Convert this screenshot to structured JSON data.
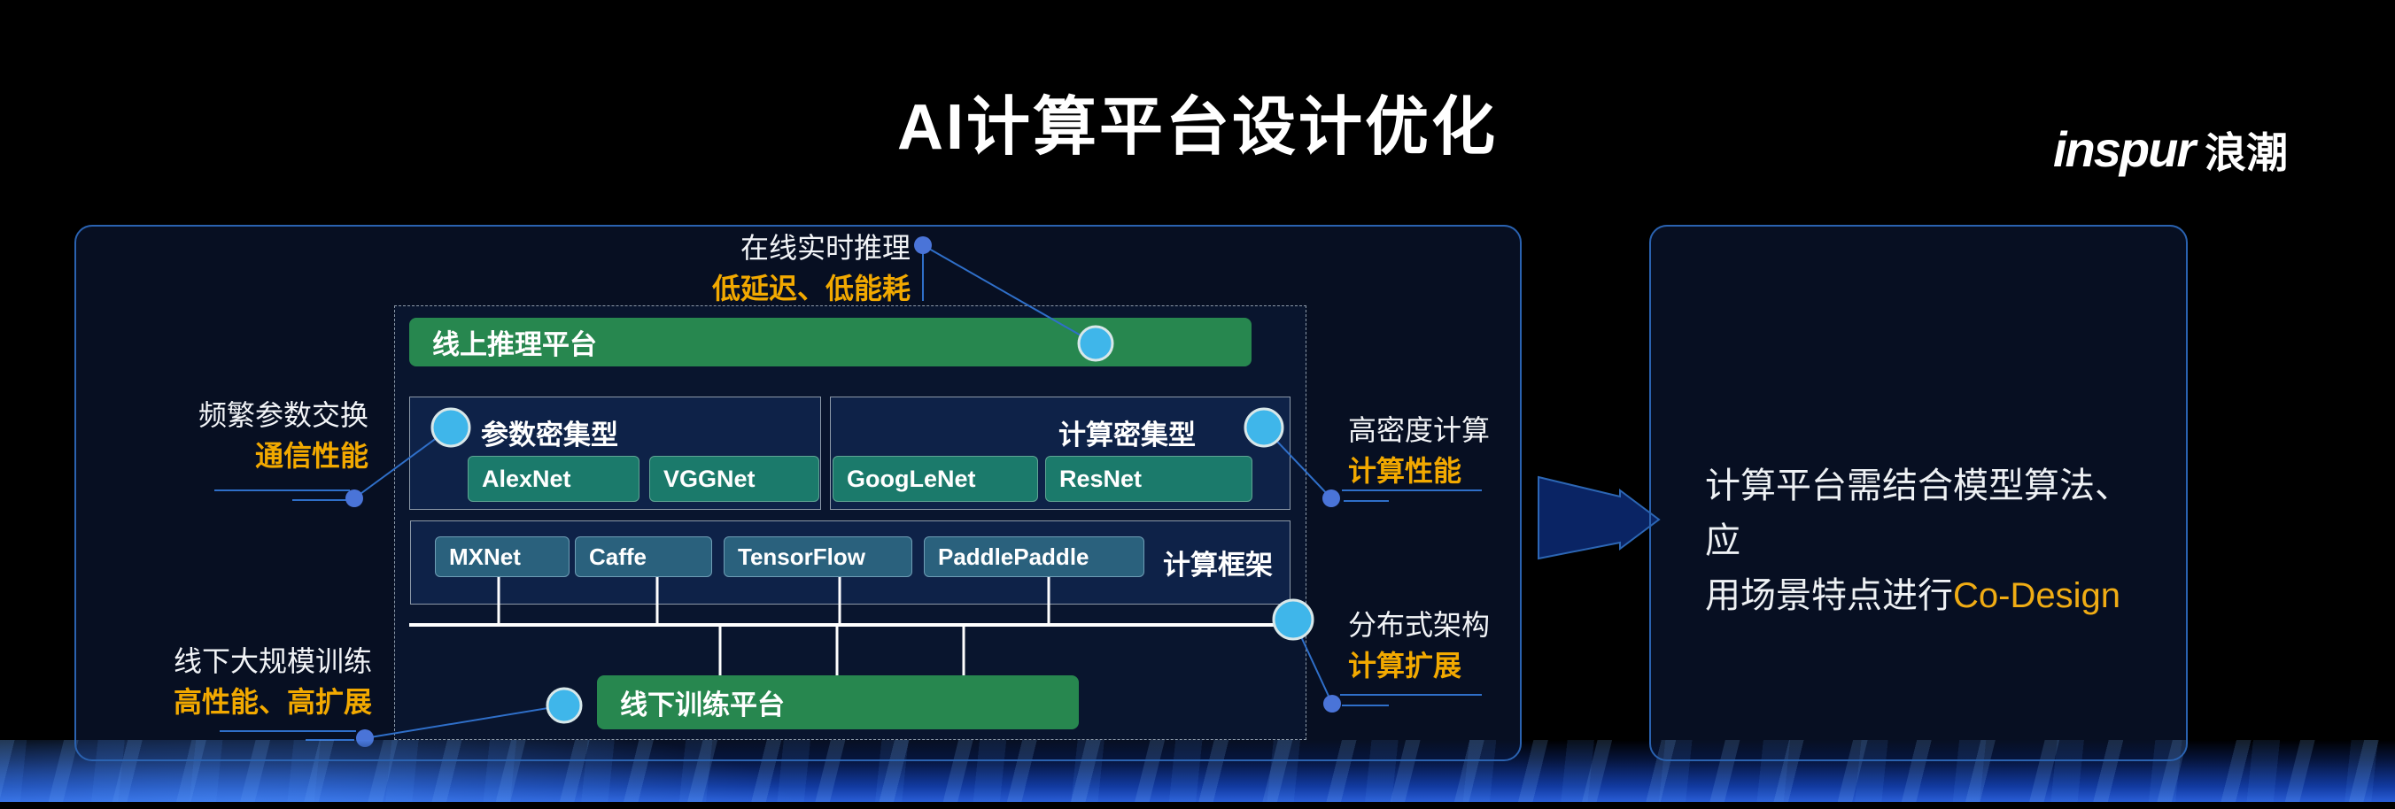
{
  "title": "AI计算平台设计优化",
  "logo": {
    "latin": "inspur",
    "cjk": "浪潮"
  },
  "diagram": {
    "inference_platform": "线上推理平台",
    "training_platform": "线下训练平台",
    "param_dense": {
      "label": "参数密集型",
      "models": [
        "AlexNet",
        "VGGNet"
      ]
    },
    "compute_dense": {
      "label": "计算密集型",
      "models": [
        "GoogLeNet",
        "ResNet"
      ]
    },
    "frameworks": {
      "label": "计算框架",
      "items": [
        "MXNet",
        "Caffe",
        "TensorFlow",
        "PaddlePaddle"
      ]
    }
  },
  "callouts": {
    "online": {
      "line1": "在线实时推理",
      "line2": "低延迟、低能耗"
    },
    "param_exchange": {
      "line1": "频繁参数交换",
      "line2": "通信性能"
    },
    "offline_training": {
      "line1": "线下大规模训练",
      "line2": "高性能、高扩展"
    },
    "high_density": {
      "line1": "高密度计算",
      "line2": "计算性能"
    },
    "distributed": {
      "line1": "分布式架构",
      "line2": "计算扩展"
    }
  },
  "conclusion": {
    "line1": "计算平台需结合模型算法、应",
    "line2_prefix": "用场景特点进行",
    "line2_highlight": "Co-Design"
  },
  "colors": {
    "accent_orange": "#F2A900",
    "platform_green": "#27874F",
    "model_teal": "#1B7A6B",
    "framework_steel": "#2A617D",
    "node_cyan": "#3FB6EA",
    "dot_blue": "#4A74D8",
    "panel_border_blue": "#2A62B0",
    "arrow_navy": "#0A2464"
  }
}
